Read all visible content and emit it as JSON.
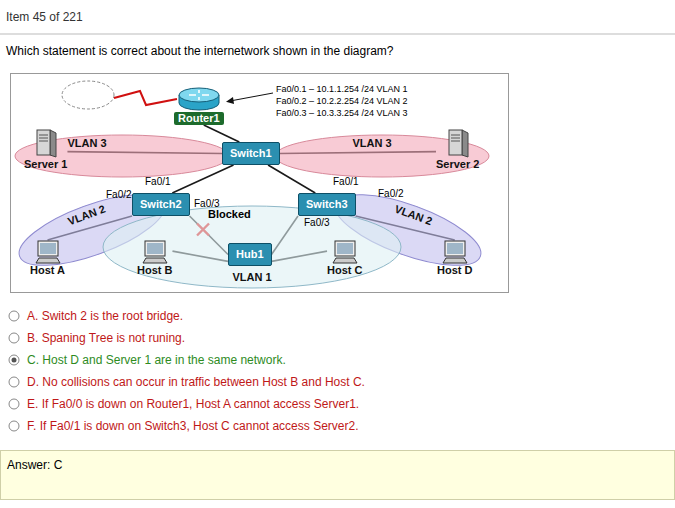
{
  "diagram": {
    "title": "Which statement is correct about the internetwork shown in the diagram?",
    "nodes": [
      {
        "text": [
          "Router1"
        ]
      },
      {
        "text": [
          "Switch1"
        ]
      },
      {
        "text": [
          "Server 1"
        ]
      },
      {
        "text": [
          "VLAN 3"
        ]
      },
      {
        "text": [
          "VLAN 3"
        ]
      },
      {
        "text": [
          "Server 2"
        ]
      },
      {
        "text": [
          "Switch2"
        ]
      },
      {
        "text": [
          "VLAN 2"
        ]
      },
      {
        "text": [
          "Switch3"
        ]
      },
      {
        "text": [
          "VLAN 2"
        ]
      },
      {
        "text": [
          "Hub1"
        ]
      },
      {
        "text": [
          "VLAN 1"
        ]
      },
      {
        "text": [
          "Host A"
        ]
      },
      {
        "text": [
          "Host B"
        ]
      },
      {
        "text": [
          "Host C"
        ]
      },
      {
        "text": [
          "Host D"
        ]
      },
      {
        "text": [
          "Answer: C"
        ]
      }
    ],
    "edges": [
      {
        "from": 0,
        "to": 1,
        "arrow": "none"
      },
      {
        "from": 2,
        "to": 1,
        "arrow": "none"
      },
      {
        "from": 5,
        "to": 1,
        "arrow": "none"
      },
      {
        "from": 1,
        "to": 6,
        "arrow": "none"
      },
      {
        "from": 1,
        "to": 8,
        "arrow": "none"
      },
      {
        "from": 6,
        "to": 12,
        "arrow": "none"
      },
      {
        "from": 6,
        "to": 10,
        "arrow": "none"
      },
      {
        "from": 8,
        "to": 10,
        "arrow": "none"
      },
      {
        "from": 8,
        "to": 15,
        "arrow": "none"
      },
      {
        "from": 10,
        "to": 13,
        "arrow": "none"
      },
      {
        "from": 10,
        "to": 14,
        "arrow": "none"
      }
    ],
    "labels": [
      "Item 45 of 221",
      "Fa0/0.1 – 10.1.1.254 /24 VLAN 1",
      "Fa0/0.2 – 10.2.2.254 /24 VLAN 2",
      "Fa0/0.3 – 10.3.3.254 /24 VLAN 3",
      "Fa0/1",
      "Fa0/1",
      "Fa0/2",
      "Fa0/3",
      "Blocked",
      "Fa0/3",
      "Fa0/2",
      "A. Switch 2 is the root bridge.",
      "B. Spaning Tree is not runing.",
      "C. Host D and Server 1 are in the same network.",
      "D. No collisions can occur in traffic between Host B and Host C.",
      "E. If Fa0/0 is down on Router1, Host A cannot access Server1.",
      "F. If Fa0/1 is down on Switch3, Host C cannot access Server2."
    ]
  }
}
